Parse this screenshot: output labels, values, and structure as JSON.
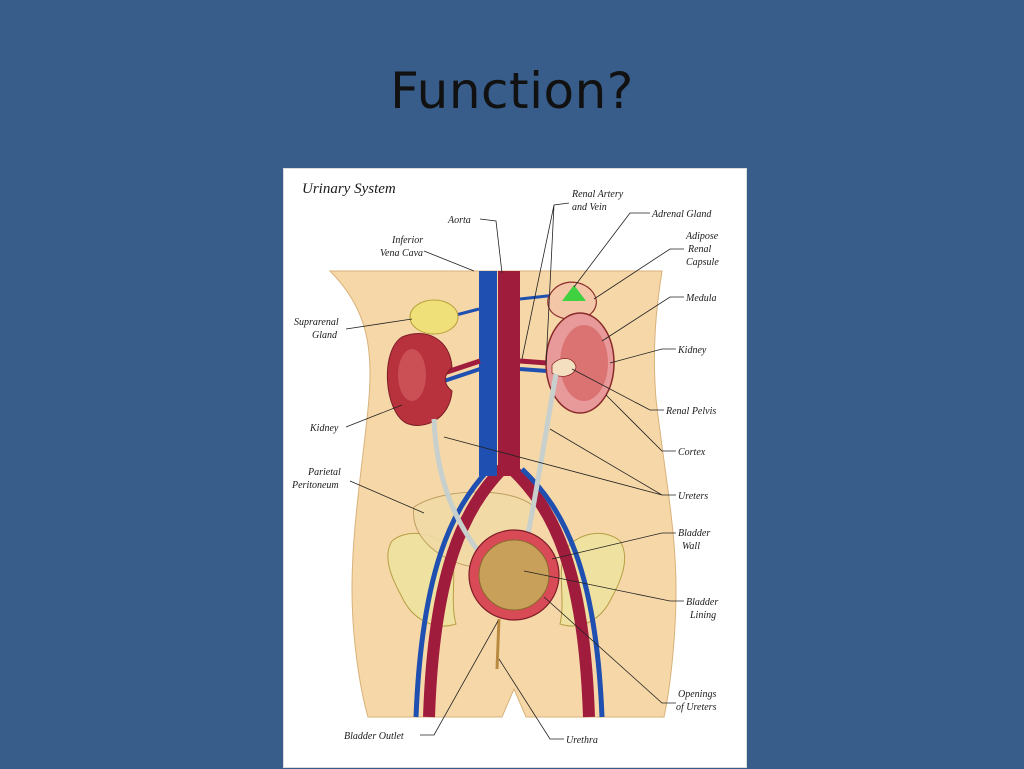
{
  "slide": {
    "title": "Function?"
  },
  "figure": {
    "title": "Urinary System",
    "labels": {
      "aorta": "Aorta",
      "inferior_vena_cava_1": "Inferior",
      "inferior_vena_cava_2": "Vena Cava",
      "renal_artery_1": "Renal Artery",
      "renal_artery_2": "and Vein",
      "adrenal_gland": "Adrenal Gland",
      "adipose_1": "Adipose",
      "adipose_2": "Renal",
      "adipose_3": "Capsule",
      "medula": "Medula",
      "suprarenal_1": "Suprarenal",
      "suprarenal_2": "Gland",
      "kidney_left": "Kidney",
      "kidney_right": "Kidney",
      "renal_pelvis": "Renal Pelvis",
      "cortex": "Cortex",
      "parietal_1": "Parietal",
      "parietal_2": "Peritoneum",
      "ureters": "Ureters",
      "bladder_wall_1": "Bladder",
      "bladder_wall_2": "Wall",
      "bladder_lining_1": "Bladder",
      "bladder_lining_2": "Lining",
      "openings_1": "Openings",
      "openings_2": "of Ureters",
      "bladder_outlet": "Bladder Outlet",
      "urethra": "Urethra"
    }
  },
  "colors": {
    "background": "#385d8a",
    "artery": "#a01c3c",
    "vein": "#1f4fb0",
    "skin": "#f6d7a8",
    "kidney": "#b8323e",
    "adrenal_green": "#3fd13f"
  }
}
